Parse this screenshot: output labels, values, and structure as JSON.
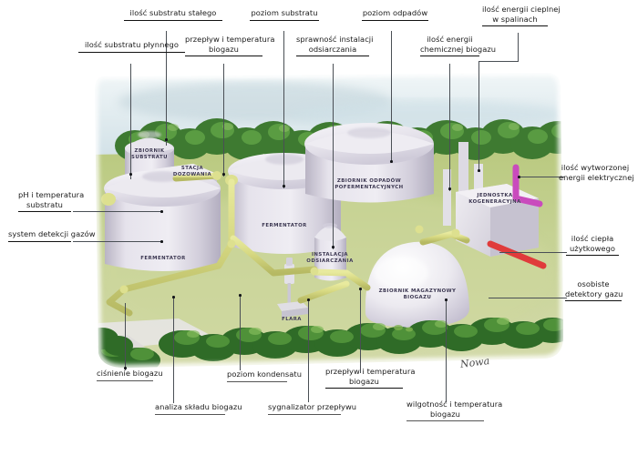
{
  "title": "Schemat biogazowni rolniczej - punkty pomiarowe",
  "colors": {
    "sky": "#cfe0e6",
    "grass": "#c3cf8f",
    "foliage": "#3f7a33",
    "tank": "#dcd9e4",
    "pipe": "#d6d98a",
    "electric": "#cc44bb",
    "heat": "#e03b3b",
    "leader": "#4a4f55",
    "label_text": "#1a1a1a",
    "inlabel_text": "#3a3550"
  },
  "callouts": {
    "top": [
      {
        "id": "ilosc-substratu-plynnego",
        "text": "ilość substratu płynnego",
        "lines": [
          "ilość substratu płynnego"
        ]
      },
      {
        "id": "ilosc-substratu-stalego",
        "text": "ilość substratu stałego",
        "lines": [
          "ilość substratu stałego"
        ]
      },
      {
        "id": "przeplyw-i-temperatura-biogazu-gora",
        "text": "przepływ i temperatura biogazu",
        "lines": [
          "przepływ i temperatura",
          "biogazu"
        ]
      },
      {
        "id": "poziom-substratu",
        "text": "poziom substratu",
        "lines": [
          "poziom substratu"
        ]
      },
      {
        "id": "sprawnosc-instalacji-odsiarczania",
        "text": "sprawność instalacji odsiarczania",
        "lines": [
          "sprawność instalacji",
          "odsiarczania"
        ]
      },
      {
        "id": "poziom-odpadow",
        "text": "poziom odpadów",
        "lines": [
          "poziom odpadów"
        ]
      },
      {
        "id": "ilosc-energii-chemicznej-biogazu",
        "text": "ilość energii chemicznej biogazu",
        "lines": [
          "ilość energii",
          "chemicznej biogazu"
        ]
      },
      {
        "id": "ilosc-energii-cieplnej-w-spalinach",
        "text": "ilość energii cieplnej w spalinach",
        "lines": [
          "ilość energii cieplnej",
          "w spalinach"
        ]
      }
    ],
    "left": [
      {
        "id": "ph-i-temperatura-substratu",
        "text": "pH i temperatura substratu",
        "lines": [
          "pH i temperatura",
          "substratu"
        ]
      },
      {
        "id": "system-detekcji-gazow",
        "text": "system detekcji gazów",
        "lines": [
          "system detekcji gazów"
        ]
      }
    ],
    "right": [
      {
        "id": "ilosc-wytworzonej-energii-elektrycznej",
        "text": "ilość wytworzonej energii elektrycznej",
        "lines": [
          "ilość wytworzonej",
          "energii elektrycznej"
        ]
      },
      {
        "id": "ilosc-ciepla-uzytkowego",
        "text": "ilość ciepła użytkowego",
        "lines": [
          "ilość ciepła",
          "użytkowego"
        ]
      },
      {
        "id": "osobiste-detektory-gazu",
        "text": "osobiste detektory gazu",
        "lines": [
          "osobiste",
          "detektory gazu"
        ]
      }
    ],
    "bottom": [
      {
        "id": "cisnienie-biogazu",
        "text": "ciśnienie biogazu",
        "lines": [
          "ciśnienie biogazu"
        ]
      },
      {
        "id": "analiza-skladu-biogazu",
        "text": "analiza składu biogazu",
        "lines": [
          "analiza składu biogazu"
        ]
      },
      {
        "id": "poziom-kondensatu",
        "text": "poziom kondensatu",
        "lines": [
          "poziom kondensatu"
        ]
      },
      {
        "id": "sygnalizator-przeplywu",
        "text": "sygnalizator przepływu",
        "lines": [
          "sygnalizator przepływu"
        ]
      },
      {
        "id": "przeplyw-i-temperatura-biogazu-dol",
        "text": "przepływ i temperatura biogazu",
        "lines": [
          "przepływ i temperatura",
          "biogazu"
        ]
      },
      {
        "id": "wilgotnosc-i-temperatura-biogazu",
        "text": "wilgotność i temperatura biogazu",
        "lines": [
          "wilgotność i temperatura",
          "biogazu"
        ]
      }
    ]
  },
  "plant_labels": [
    {
      "id": "zbiornik-substratu",
      "lines": [
        "ZBIORNIK",
        "SUBSTRATU"
      ]
    },
    {
      "id": "stacja-dozowania",
      "lines": [
        "STACJA",
        "DOZOWANIA"
      ]
    },
    {
      "id": "fermentator-1",
      "lines": [
        "FERMENTATOR"
      ]
    },
    {
      "id": "fermentator-2",
      "lines": [
        "FERMENTATOR"
      ]
    },
    {
      "id": "zbiornik-odpadow-pofermentacyjnych",
      "lines": [
        "ZBIORNIK ODPADÓW",
        "POFERMENTACYJNYCH"
      ]
    },
    {
      "id": "instalacja-odsiarczania",
      "lines": [
        "INSTALACJA",
        "ODSIARCZANIA"
      ]
    },
    {
      "id": "flara",
      "lines": [
        "FLARA"
      ]
    },
    {
      "id": "zbiornik-magazynowy-biogazu",
      "lines": [
        "ZBIORNIK MAGAZYNOWY",
        "BIOGAZU"
      ]
    },
    {
      "id": "jednostka-kogeneracyjna",
      "lines": [
        "JEDNOSTKA",
        "KOGENERACYJNA"
      ]
    }
  ],
  "signature": {
    "text": "Nowa"
  }
}
